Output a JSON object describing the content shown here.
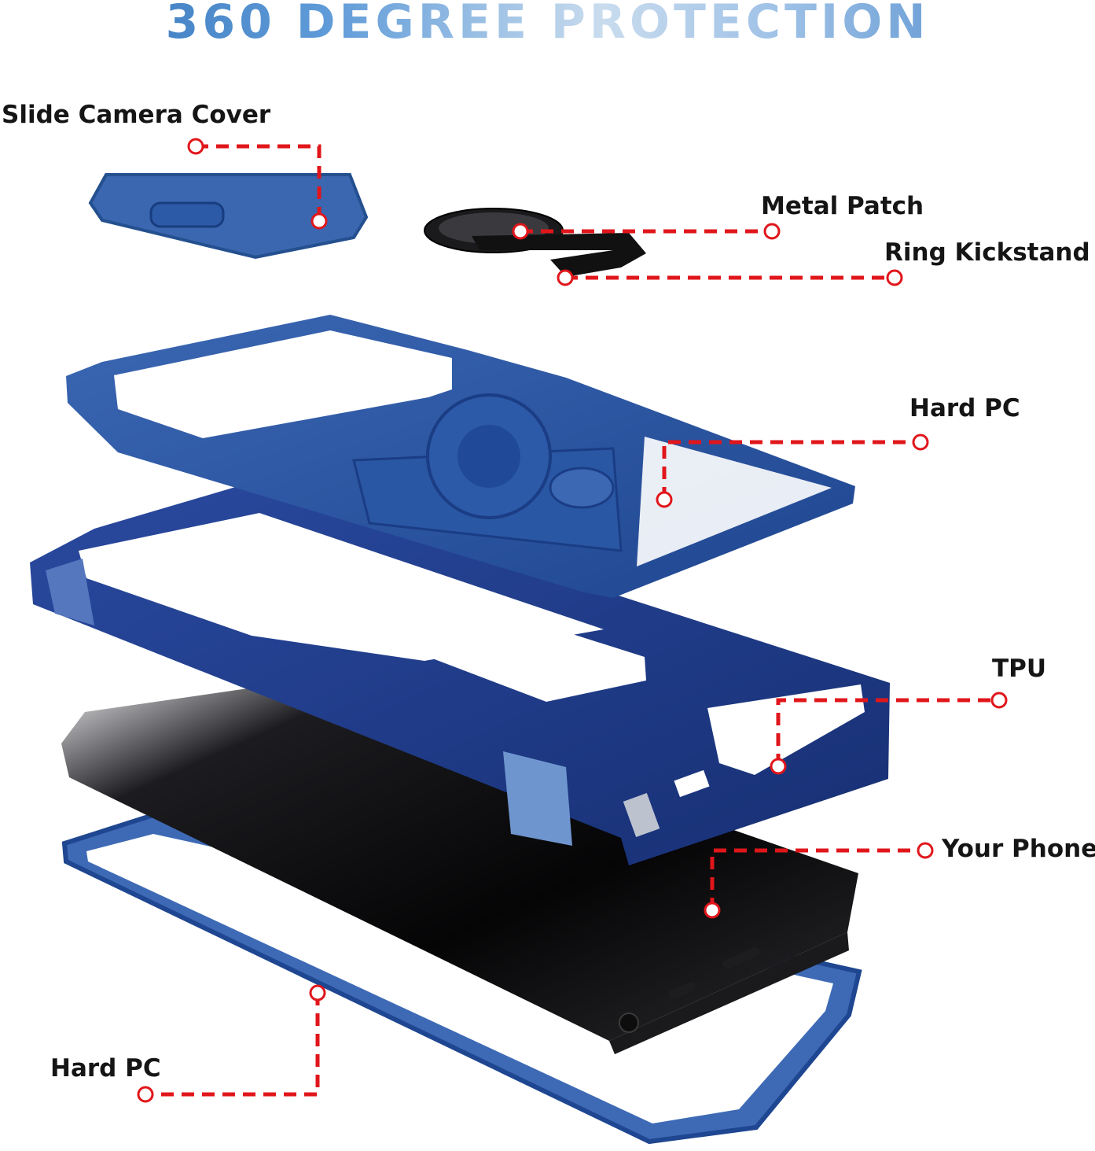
{
  "title": "360 DEGREE PROTECTION",
  "labels": {
    "slide_camera_cover": "Slide Camera Cover",
    "metal_patch": "Metal Patch",
    "ring_kickstand": "Ring Kickstand",
    "hard_pc_top": "Hard PC",
    "tpu": "TPU",
    "your_phone": "Your Phone",
    "hard_pc_bottom": "Hard PC"
  },
  "colors": {
    "callout_red": "#e0161b",
    "case_blue_dark": "#1c3a8a",
    "case_blue": "#2d5aa6",
    "case_blue_light": "#6f95cf",
    "phone_black": "#0b0b0d"
  }
}
